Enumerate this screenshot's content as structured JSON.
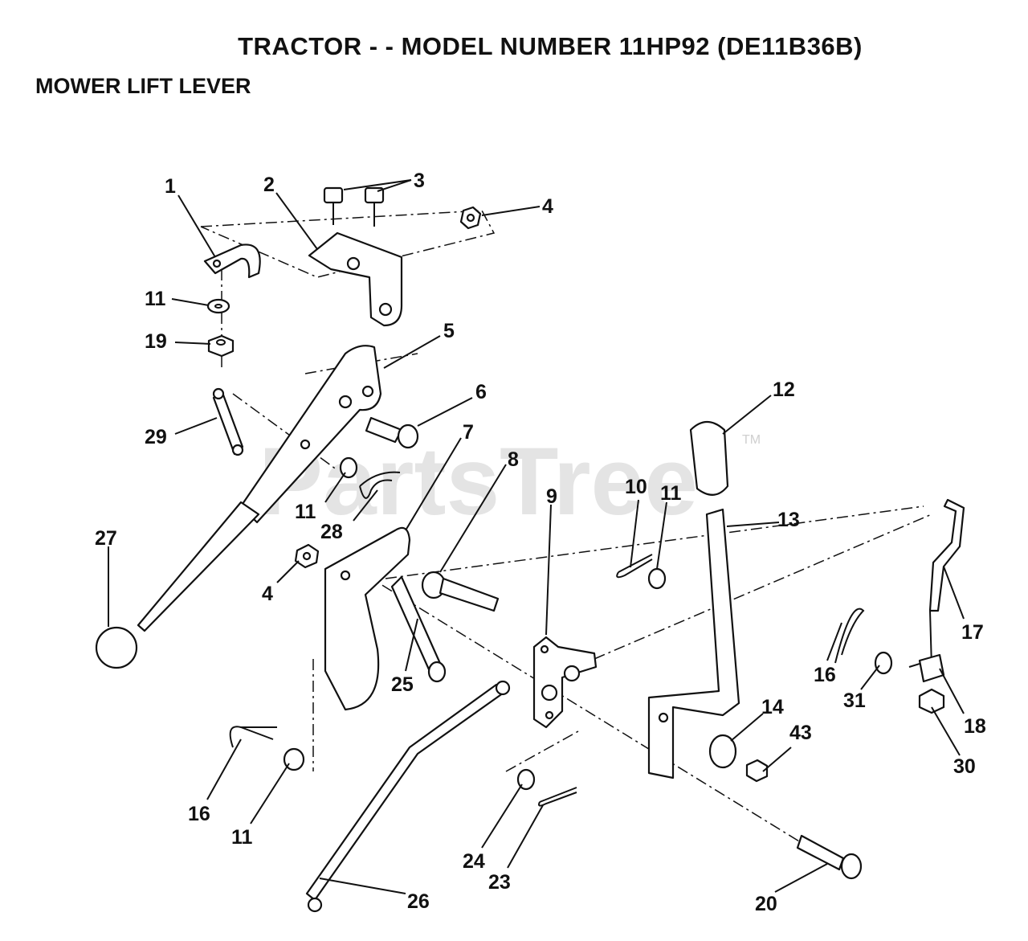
{
  "header": {
    "title": "TRACTOR - - MODEL NUMBER 11HP92 (DE11B36B)",
    "subtitle": "MOWER LIFT LEVER"
  },
  "watermark": {
    "text": "PartsTree",
    "tm": "TM"
  },
  "callouts": [
    {
      "id": "c1",
      "label": "1"
    },
    {
      "id": "c2",
      "label": "2"
    },
    {
      "id": "c3",
      "label": "3"
    },
    {
      "id": "c4a",
      "label": "4"
    },
    {
      "id": "c11a",
      "label": "11"
    },
    {
      "id": "c19",
      "label": "19"
    },
    {
      "id": "c5",
      "label": "5"
    },
    {
      "id": "c6",
      "label": "6"
    },
    {
      "id": "c29",
      "label": "29"
    },
    {
      "id": "c12",
      "label": "12"
    },
    {
      "id": "c7",
      "label": "7"
    },
    {
      "id": "c8",
      "label": "8"
    },
    {
      "id": "c9",
      "label": "9"
    },
    {
      "id": "c10",
      "label": "10"
    },
    {
      "id": "c11b",
      "label": "11"
    },
    {
      "id": "c13",
      "label": "13"
    },
    {
      "id": "c11c",
      "label": "11"
    },
    {
      "id": "c28",
      "label": "28"
    },
    {
      "id": "c27",
      "label": "27"
    },
    {
      "id": "c4b",
      "label": "4"
    },
    {
      "id": "c25",
      "label": "25"
    },
    {
      "id": "c17",
      "label": "17"
    },
    {
      "id": "c16a",
      "label": "16"
    },
    {
      "id": "c31",
      "label": "31"
    },
    {
      "id": "c18",
      "label": "18"
    },
    {
      "id": "c14",
      "label": "14"
    },
    {
      "id": "c43",
      "label": "43"
    },
    {
      "id": "c30",
      "label": "30"
    },
    {
      "id": "c16b",
      "label": "16"
    },
    {
      "id": "c11d",
      "label": "11"
    },
    {
      "id": "c24",
      "label": "24"
    },
    {
      "id": "c23",
      "label": "23"
    },
    {
      "id": "c26",
      "label": "26"
    },
    {
      "id": "c20",
      "label": "20"
    }
  ]
}
